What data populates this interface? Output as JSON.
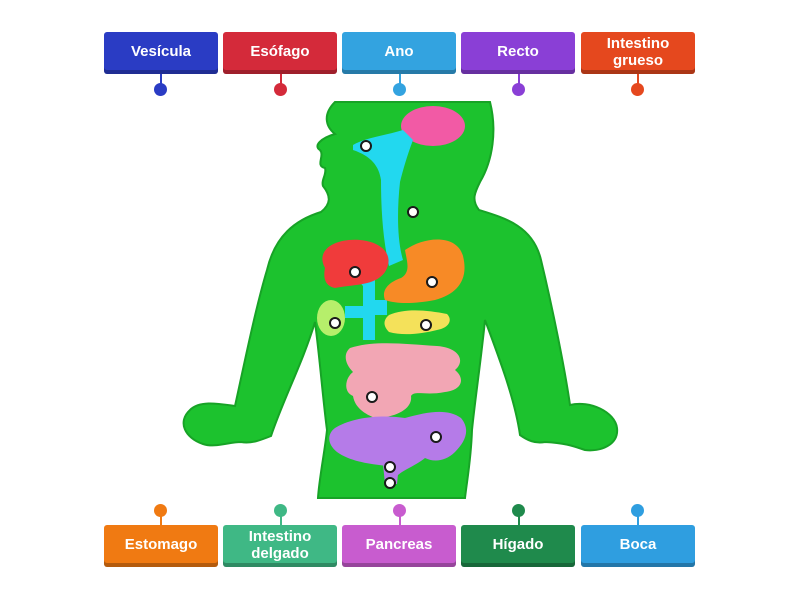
{
  "top_labels": [
    {
      "text": "Vesícula",
      "color": "#2a3cc4"
    },
    {
      "text": "Esófago",
      "color": "#d42a3a"
    },
    {
      "text": "Ano",
      "color": "#33a3e0"
    },
    {
      "text": "Recto",
      "color": "#8a3fd6"
    },
    {
      "text": "Intestino grueso",
      "color": "#e5481e"
    }
  ],
  "bottom_labels": [
    {
      "text": "Estomago",
      "color": "#f07a12"
    },
    {
      "text": "Intestino delgado",
      "color": "#3fb885"
    },
    {
      "text": "Pancreas",
      "color": "#c85ccf"
    },
    {
      "text": "Hígado",
      "color": "#1f8a4c"
    },
    {
      "text": "Boca",
      "color": "#2f9ee0"
    }
  ],
  "diagram": {
    "body_color": "#1cc22e",
    "organ_colors": {
      "mouth": "#f25aa5",
      "esophagus": "#22d8ef",
      "liver": "#f03b3b",
      "stomach": "#f78a26",
      "gallbladder": "#b6ef6b",
      "pancreas": "#f4e15a",
      "small_intestine": "#f2a6b4",
      "large_intestine": "#b57be8"
    }
  }
}
